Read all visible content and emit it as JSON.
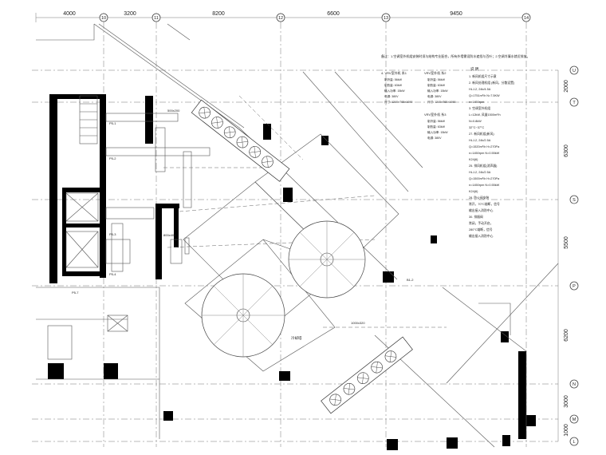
{
  "dims_top": [
    "4000",
    "3200",
    "8200",
    "6600",
    "9450"
  ],
  "grid_top": [
    "10",
    "11",
    "12",
    "13",
    "14"
  ],
  "dims_right": [
    "2000",
    "6300",
    "5500",
    "6200",
    "3000",
    "1000"
  ],
  "grid_right": [
    "U",
    "T",
    "S",
    "P",
    "N",
    "M",
    "L"
  ],
  "header_note": "备注：1.空调室外机组安装时须与结构专业配合，所有外墙需设防水遮挡与百叶；2.空调冷凝水就近排放。",
  "legend": {
    "title": "说 明",
    "items": [
      "1. 新风机组尺寸示意",
      "2. 新风处理机组 (新风，分散设置)",
      "   HLJ-2, 24k/4.5A",
      "   Q=1751m³/h  N=7.5KW",
      "   n=1450rpm",
      "3. 空调室外机组",
      "   L=12kW, 风量1500m³/h",
      "   N=0.8kW",
      "   32°C~37°C",
      "27. 新风机组(新风)",
      "   HLJ-2, 24k/2.5A",
      "   Q=1520m³/h  H=270Pa",
      "   n=1450rpm  N=0.55kW",
      "   K24(6)",
      "25. 排风机组(消声器)",
      "   HLJ-2, 24k/2.5A",
      "   Q=1500m³/h  H=270Pa",
      "   n=1450rpm  N=0.55kW",
      "   K24(6)",
      "28. 防火阀安装",
      "   常开，70°C熔断，信号",
      "   输出接入消防中心",
      "30. 排烟阀",
      "   常闭，手动开启，",
      "   280°C熔断，信号",
      "   输出接入消防中心"
    ]
  },
  "spec_boxes": [
    {
      "title": "4. VRV室外机 系1",
      "lines": [
        "制冷量: 56kW",
        "制热量: 63kW",
        "输入功率: 15kW",
        "电源: 380V",
        "尺寸: 1240×765×1690"
      ]
    },
    {
      "title": "VRV室外机 系2",
      "lines": [
        "制冷量: 56kW",
        "制热量: 63kW",
        "输入功率: 15kW",
        "电源: 380V",
        "尺寸: 1240×765×1690"
      ]
    },
    {
      "title": "VRV室外机 系3",
      "lines": [
        "制冷量: 56kW",
        "制热量: 63kW",
        "输入功率: 15kW",
        "电源: 380V"
      ]
    }
  ],
  "annotations": {
    "n1": "P5-1",
    "n2": "P5-2",
    "n3": "P5-3",
    "n4": "P5-4",
    "n5": "500x200",
    "n6": "1000x320",
    "n7": "800x400",
    "n8": "B1-2",
    "n9": "冷却塔",
    "n10": "P5-7"
  }
}
